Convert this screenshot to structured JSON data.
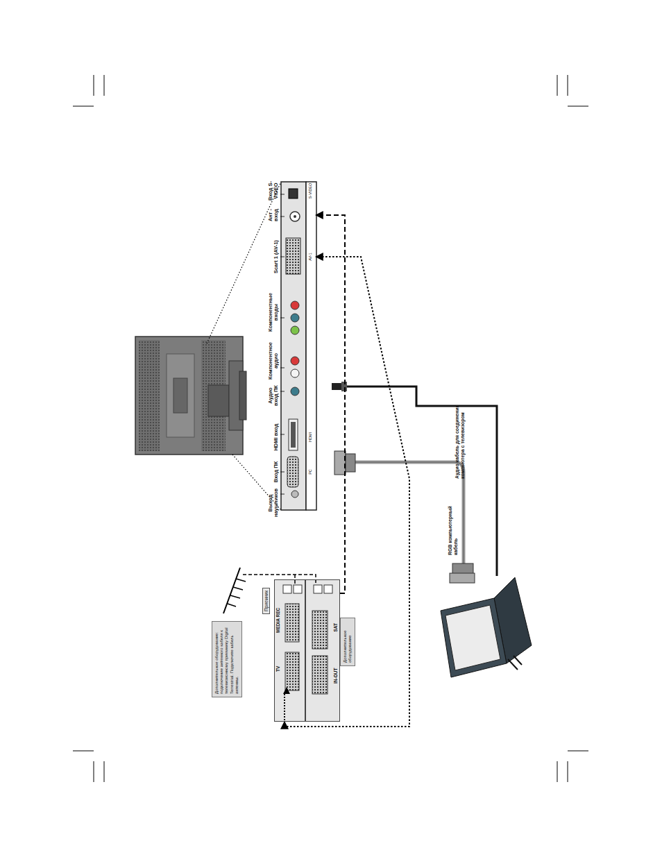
{
  "diagram": {
    "nodes": [
      {
        "text": [
          "Вход S-VIDEO"
        ]
      },
      {
        "text": [
          "Ант - вход"
        ]
      },
      {
        "text": [
          "Scart 1 (AV-1)"
        ]
      },
      {
        "text": [
          "Компонентные входы"
        ]
      },
      {
        "text": [
          "Компонентное аудио"
        ]
      },
      {
        "text": [
          "Аудио вход ПК"
        ]
      },
      {
        "text": [
          "HDMI вход"
        ]
      },
      {
        "text": [
          "Вход ПК"
        ]
      },
      {
        "text": [
          "Выход наушников"
        ]
      },
      {
        "text": [
          "Дополнительное оборудование: подключение антенного кабеля к телевизионному приемнику Digital Terrestrial. Подключите кабель антенны."
        ]
      },
      {
        "text": [
          "Приемник"
        ]
      },
      {
        "text": [
          "TV",
          "MEDIA REC"
        ]
      },
      {
        "text": [
          "IN-OUT",
          "SAT"
        ]
      },
      {
        "text": [
          "Дополнительное оборудование"
        ]
      }
    ],
    "edges": [
      {
        "from": 11,
        "to": 2,
        "arrow": "both"
      },
      {
        "from": 12,
        "to": 1,
        "arrow": "to"
      }
    ],
    "labels": [
      "RGB компьютерный кабель",
      "Аудио кабель для соединения компьютера с телевизором",
      "S-VIDEO",
      "AV-1",
      "HDMI",
      "PC"
    ]
  }
}
